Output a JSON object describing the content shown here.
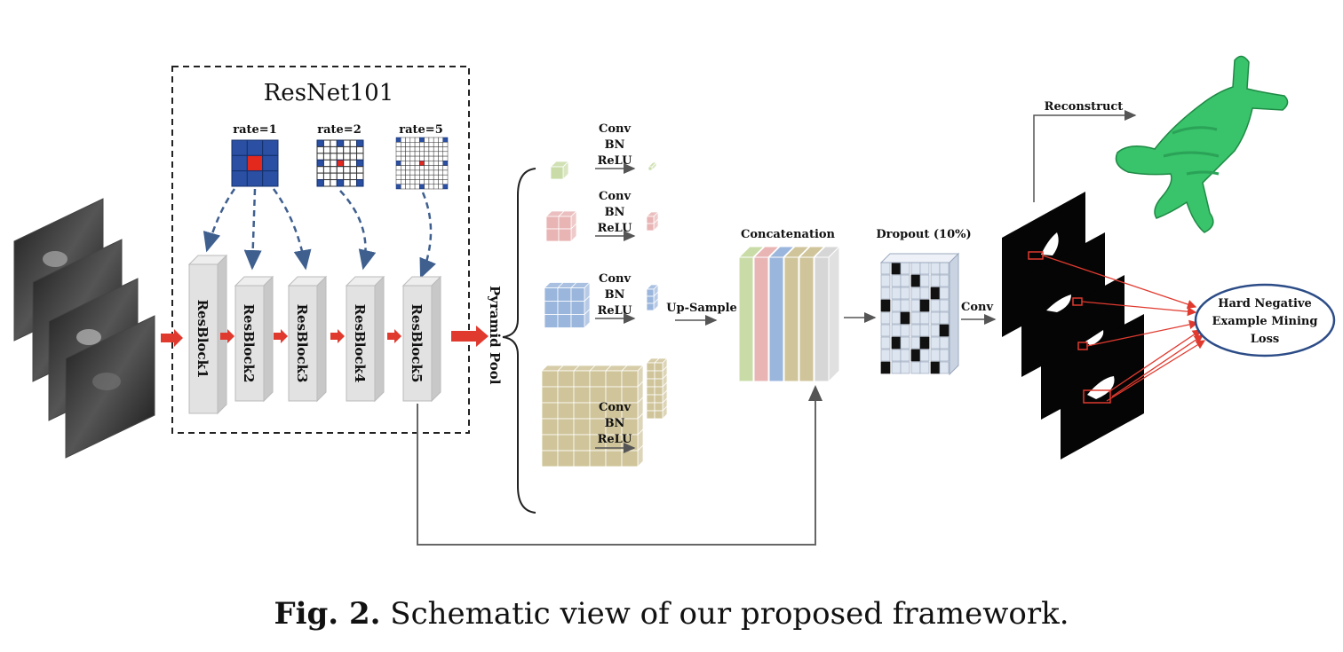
{
  "backbone": {
    "title": "ResNet101",
    "rates": [
      "rate=1",
      "rate=2",
      "rate=5"
    ],
    "blocks": [
      "ResBlock1",
      "ResBlock2",
      "ResBlock3",
      "ResBlock4",
      "ResBlock5"
    ]
  },
  "pyramid": {
    "label": "Pyramid Pool",
    "ops": [
      "Conv",
      "BN",
      "ReLU"
    ],
    "upsample": "Up-Sample"
  },
  "fusion": {
    "concat": "Concatenation",
    "dropout": "Dropout (10%)",
    "conv": "Conv"
  },
  "output": {
    "reconstruct": "Reconstruct",
    "loss_line1": "Hard Negative",
    "loss_line2": "Example Mining",
    "loss_line3": "Loss"
  },
  "caption": {
    "label": "Fig. 2.",
    "text": "Schematic view of our proposed framework."
  },
  "colors": {
    "arrow_red": "#e03a2f",
    "kernel_blue": "#2a4fa3",
    "kernel_center": "#e3281e",
    "dashed_arrow": "#3f5f8f",
    "green": "#c9dca8",
    "pink": "#e8b4b4",
    "blue": "#9bb6dc",
    "khaki": "#cfc49a",
    "grey": "#d6d6d6",
    "loss_border": "#2c4c87",
    "mesh_green": "#39c36a"
  }
}
